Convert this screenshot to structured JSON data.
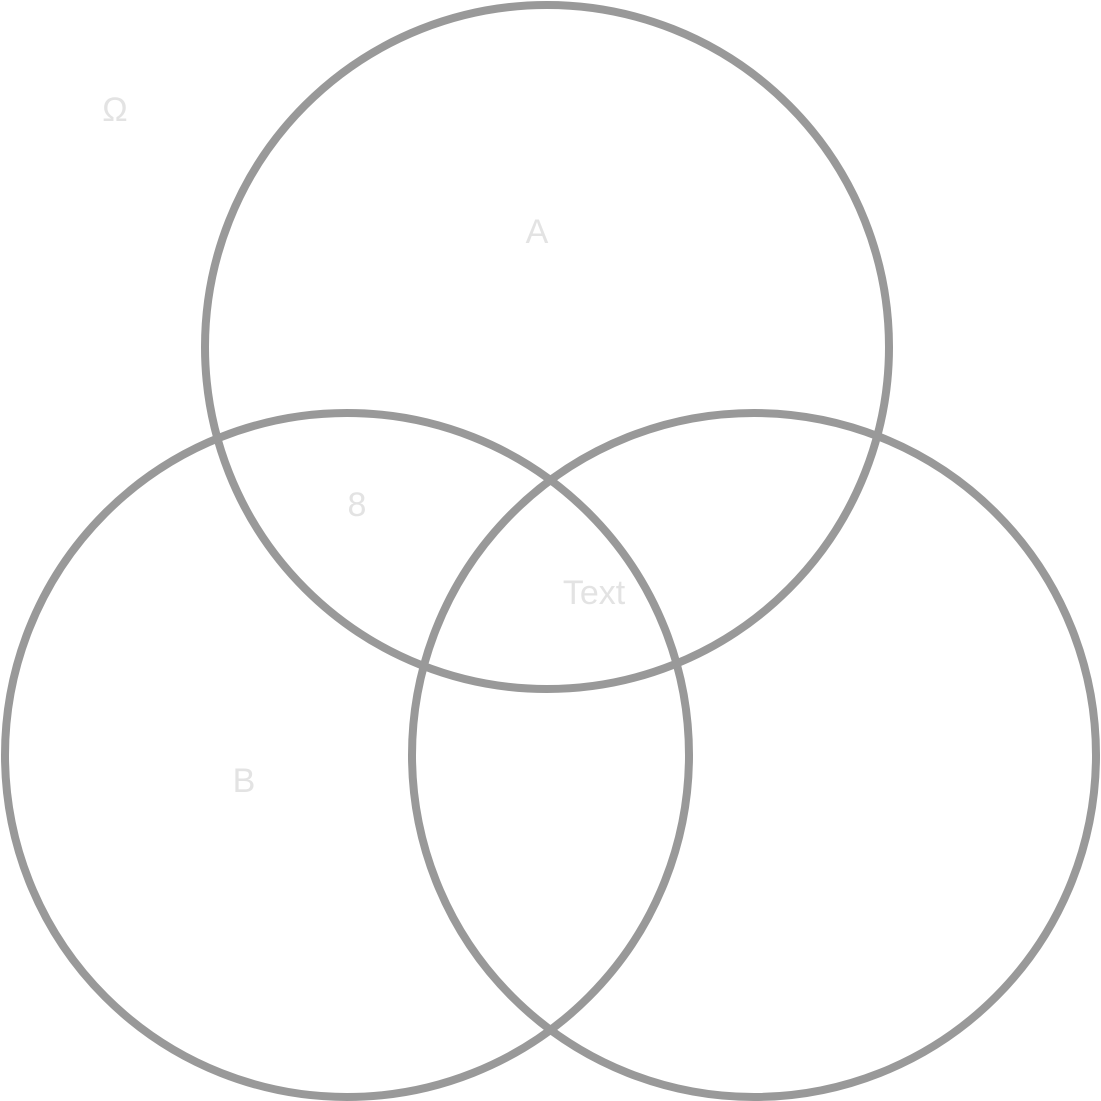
{
  "colors": {
    "circle_stroke": "#999999",
    "label_text": "#e3e3e3",
    "background": "#ffffff"
  },
  "sets": [
    {
      "id": "top"
    },
    {
      "id": "left"
    },
    {
      "id": "right"
    }
  ],
  "labels": {
    "universe": "Ω",
    "set_a": "A",
    "region_8": "8",
    "center_text": "Text",
    "set_b": "B"
  }
}
